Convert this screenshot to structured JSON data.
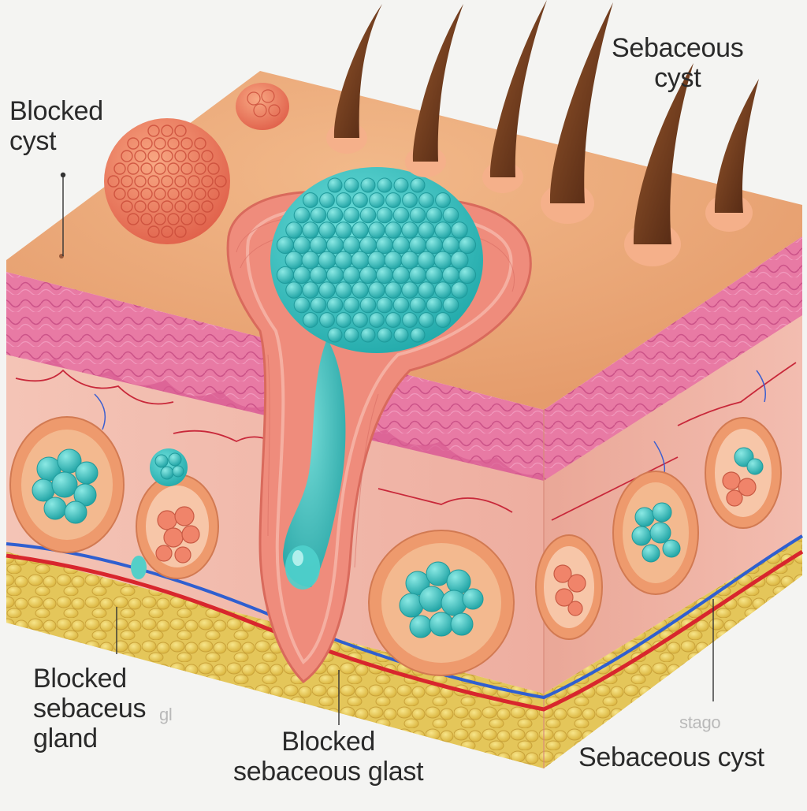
{
  "labels": {
    "top_left": [
      "Blocked",
      "cyst"
    ],
    "top_right": [
      "Sebaceous",
      "cyst"
    ],
    "bottom_left": [
      "Blocked",
      "sebaceus",
      "gland"
    ],
    "bottom_left_stray": "gl",
    "bottom_center": [
      "Blocked",
      "sebaceous glast"
    ],
    "bottom_right": "Sebaceous cyst",
    "bottom_right_stray": "stago"
  },
  "colors": {
    "skin_surface": "#eba978",
    "epidermis": "#e46f9c",
    "dermis": "#f2b3a6",
    "fat": "#e8cd5b",
    "cyst": "#3ec7c5",
    "follicle": "#ef8c7c",
    "artery": "#d8262d",
    "vein": "#2f5fd0",
    "hair": "#6e3518"
  }
}
